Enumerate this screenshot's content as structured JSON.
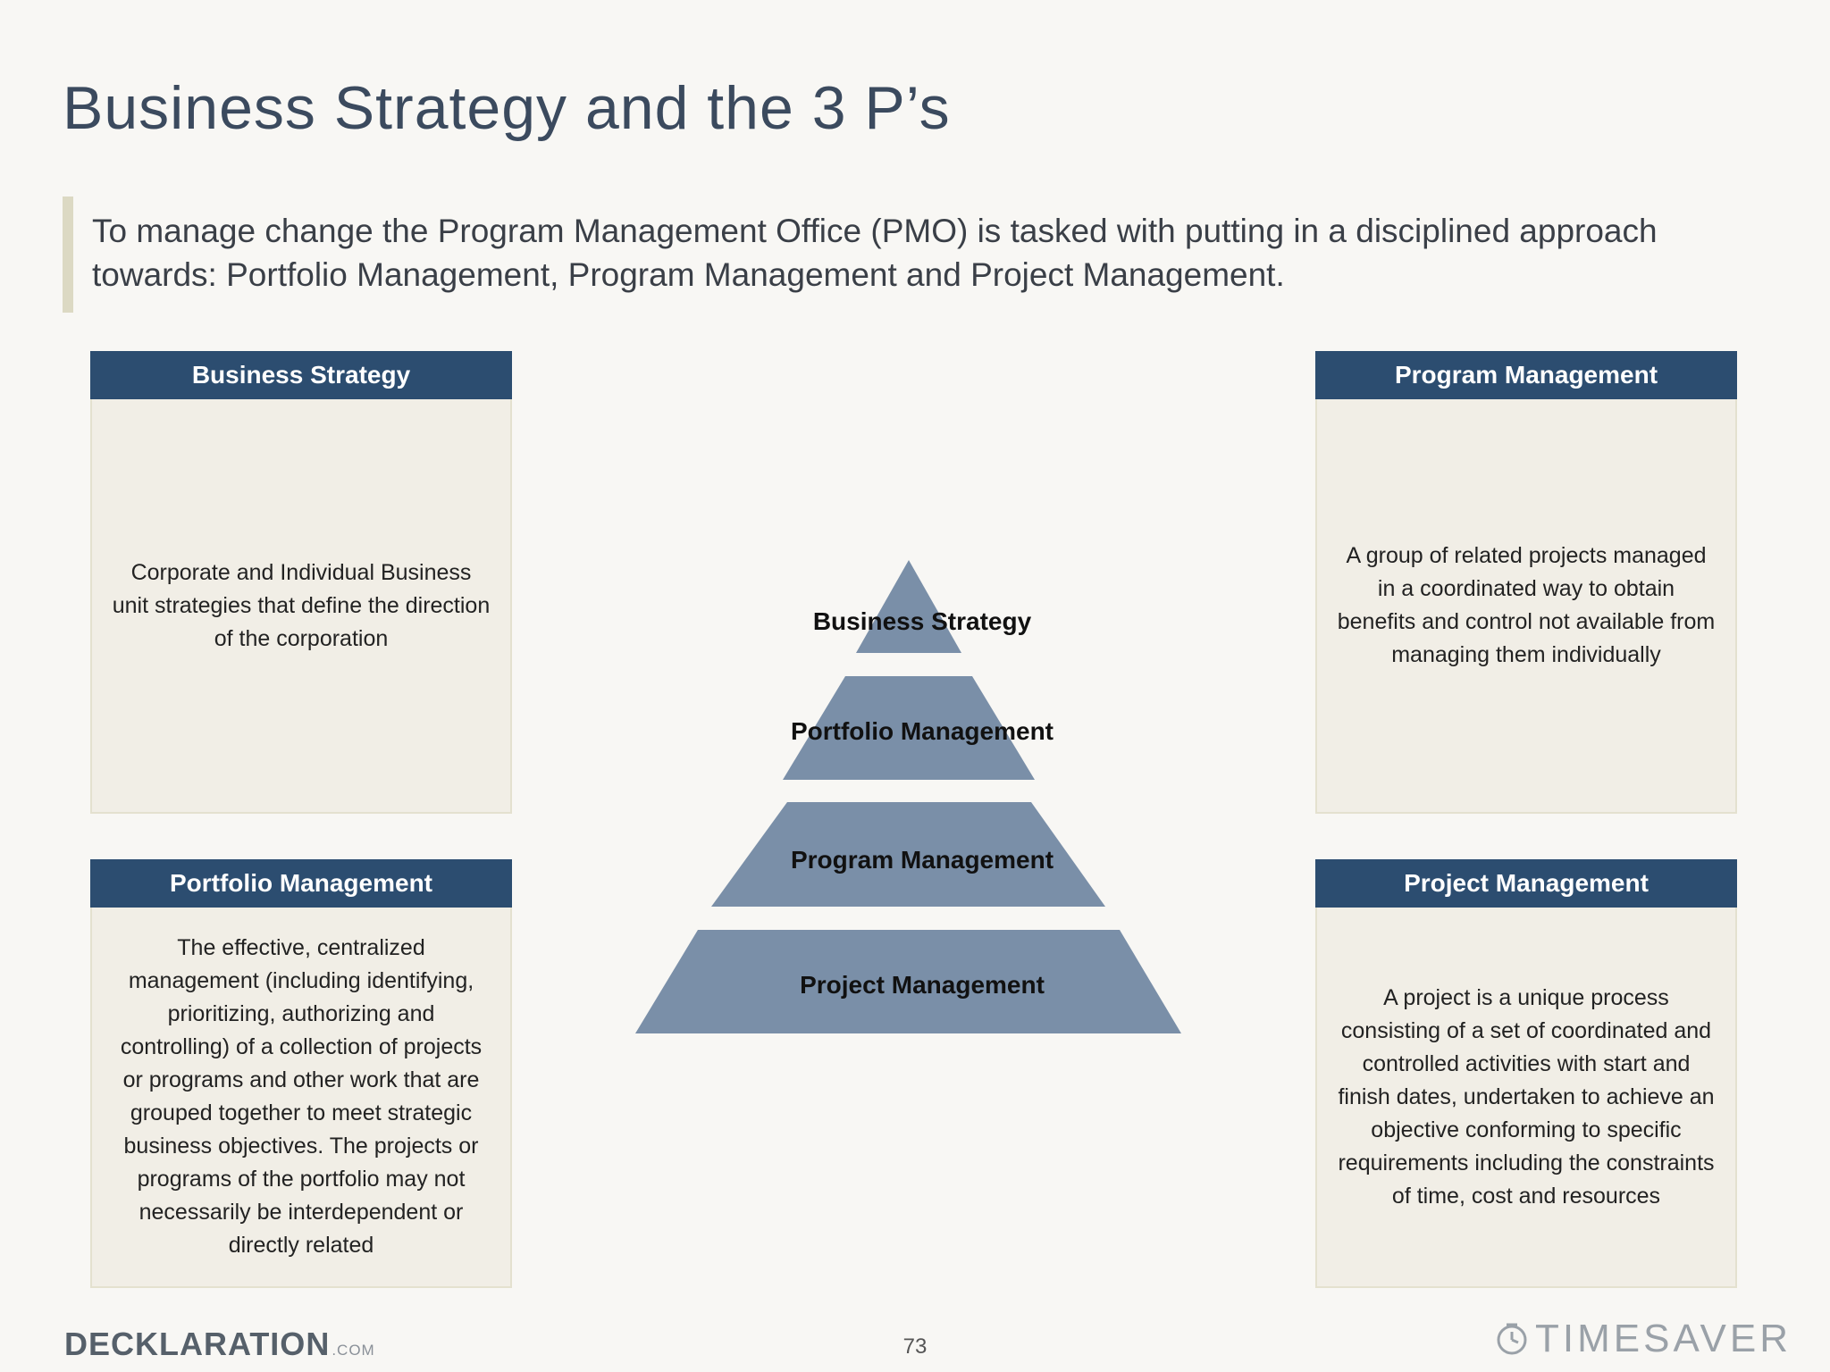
{
  "title": "Business Strategy and the 3 P’s",
  "intro": "To manage change the Program Management Office (PMO) is tasked with putting in a disciplined approach towards: Portfolio Management, Program Management and Project Management.",
  "cards": {
    "business_strategy": {
      "header": "Business Strategy",
      "body": "Corporate and Individual Business unit strategies that define the direction of the corporation"
    },
    "program_management": {
      "header": "Program Management",
      "body": "A group of related projects managed in a coordinated way to obtain benefits and control not available from managing them individually"
    },
    "portfolio_management": {
      "header": "Portfolio Management",
      "body": "The effective, centralized management (including identifying, prioritizing, authorizing and controlling) of a collection of projects or programs and other work that are grouped together to meet strategic business objectives. The projects or programs of the portfolio may not necessarily be interdependent or directly related"
    },
    "project_management": {
      "header": "Project Management",
      "body": "A project is a unique process consisting of a set of coordinated and controlled activities with start and finish dates, undertaken to achieve an objective conforming to specific requirements including the constraints of time, cost and resources"
    }
  },
  "pyramid": {
    "tiers": [
      "Business Strategy",
      "Portfolio Management",
      "Program Management",
      "Project Management"
    ],
    "fill": "#7a8fa8"
  },
  "footer": {
    "brand": "DECKLARATION",
    "brand_suffix": ".COM",
    "page_number": "73",
    "timesaver": "TIMESAVER"
  },
  "colors": {
    "header_bg": "#2c4d70",
    "card_bg": "#f1eee6",
    "title": "#3b4a5e"
  },
  "icons": {
    "timesaver": "clock-icon"
  }
}
